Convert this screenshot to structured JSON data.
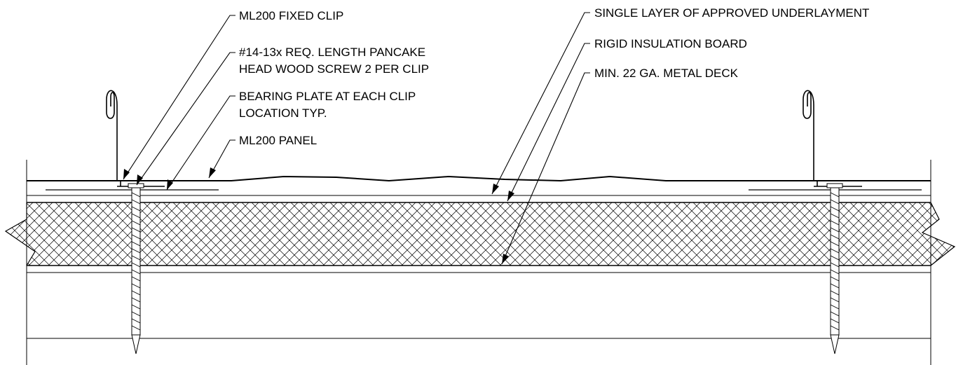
{
  "callouts": {
    "fixed_clip": "ML200 FIXED CLIP",
    "screw_line1": "#14-13x REQ. LENGTH PANCAKE",
    "screw_line2": "HEAD WOOD SCREW 2 PER CLIP",
    "bearing_line1": "BEARING PLATE AT EACH CLIP",
    "bearing_line2": "LOCATION TYP.",
    "panel": "ML200 PANEL",
    "underlayment": "SINGLE LAYER OF APPROVED UNDERLAYMENT",
    "insulation": "RIGID INSULATION BOARD",
    "deck": "MIN. 22 GA. METAL DECK"
  },
  "colors": {
    "line": "#000000",
    "background": "#ffffff"
  }
}
